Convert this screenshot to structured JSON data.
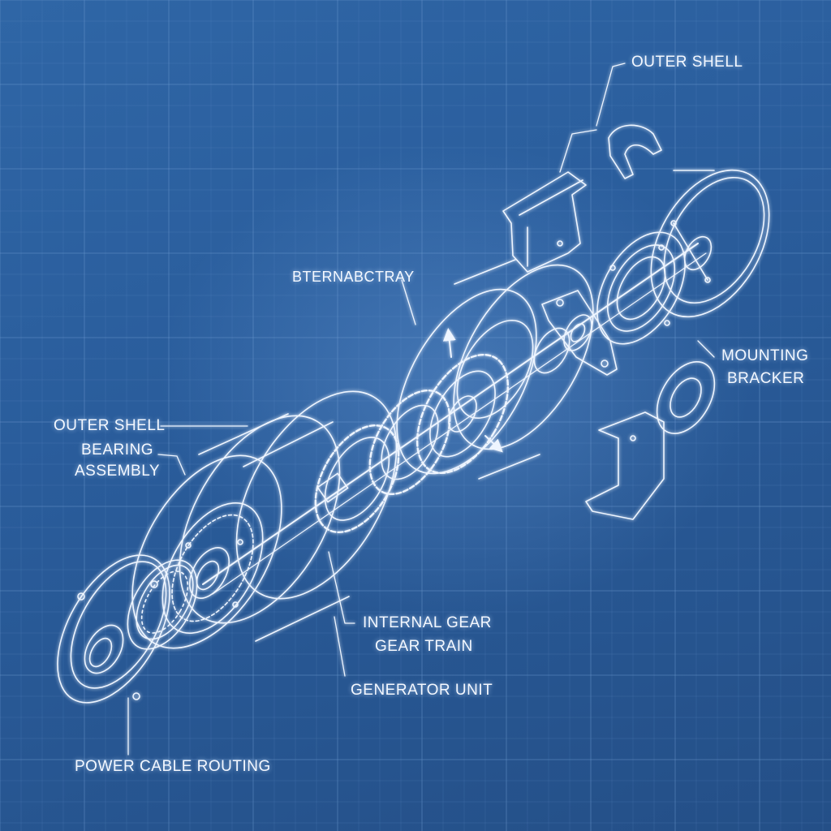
{
  "colors": {
    "background": "#2a5d9c",
    "grid_line": "#6f9bd1",
    "line_art": "#eef5ff",
    "glow": "#bfe0ff"
  },
  "labels": {
    "outer_shell_top": "OUTER SHELL",
    "tray": "BTERNABCTRAY",
    "mounting": "MOUNTING",
    "bracker": "BRACKER",
    "outer_shell_left": "OUTER  SHELL",
    "bearing": "BEARING",
    "assembly": "ASSEMBLY",
    "internal_gear": "INTERNAL GEAR",
    "gear_train": "GEAR TRAIN",
    "generator_unit": "GENERATOR UNIT",
    "power_cable": "POWER CABLE ROUTING"
  }
}
